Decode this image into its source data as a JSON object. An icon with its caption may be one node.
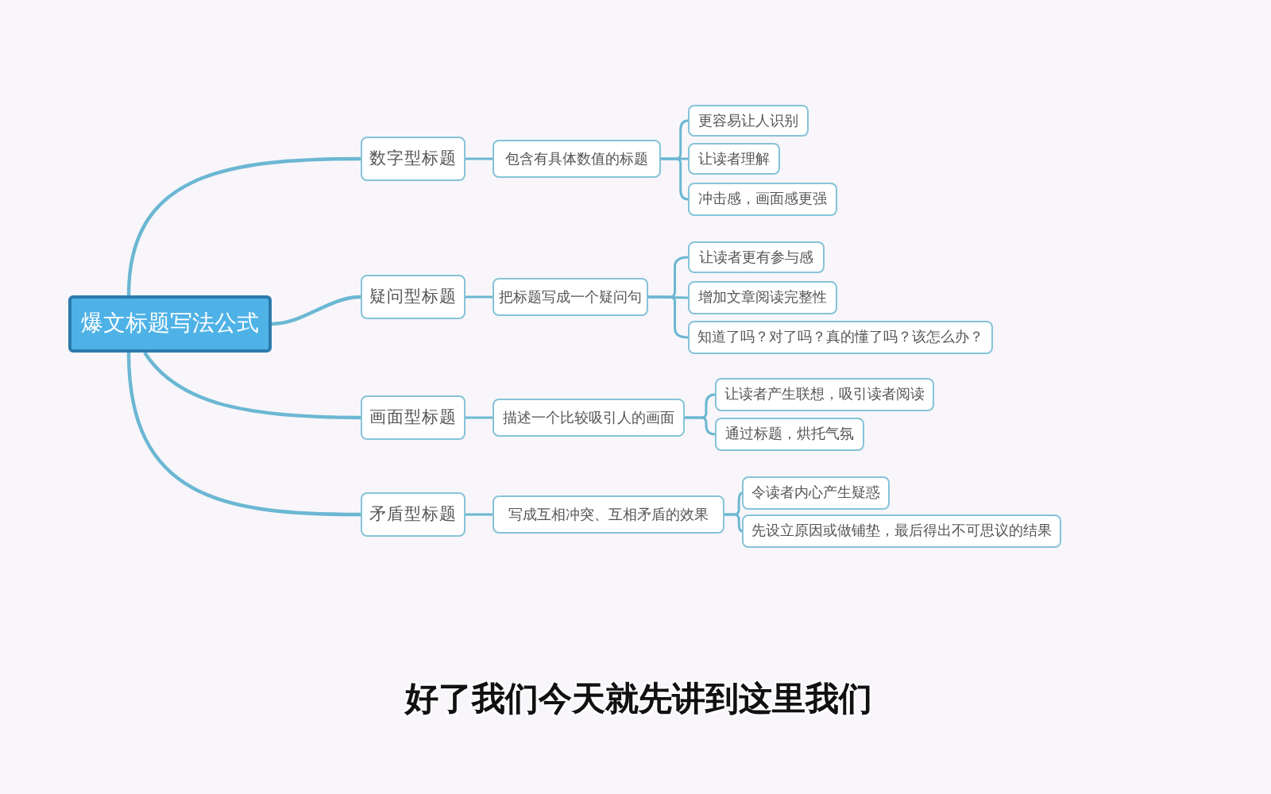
{
  "diagram": {
    "nodes": [
      {
        "text": [
          "爆文标题写法公式"
        ]
      },
      {
        "text": [
          "数字型标题"
        ]
      },
      {
        "text": [
          "包含有具体数值的标题"
        ]
      },
      {
        "text": [
          "更容易让人识别"
        ]
      },
      {
        "text": [
          "让读者理解"
        ]
      },
      {
        "text": [
          "冲击感，画面感更强"
        ]
      },
      {
        "text": [
          "疑问型标题"
        ]
      },
      {
        "text": [
          "把标题写成一个疑问句"
        ]
      },
      {
        "text": [
          "让读者更有参与感"
        ]
      },
      {
        "text": [
          "增加文章阅读完整性"
        ]
      },
      {
        "text": [
          "知道了吗？对了吗？真的懂了吗？该怎么办？"
        ]
      },
      {
        "text": [
          "画面型标题"
        ]
      },
      {
        "text": [
          "描述一个比较吸引人的画面"
        ]
      },
      {
        "text": [
          "让读者产生联想，吸引读者阅读"
        ]
      },
      {
        "text": [
          "通过标题，烘托气氛"
        ]
      },
      {
        "text": [
          "矛盾型标题"
        ]
      },
      {
        "text": [
          "写成互相冲突、互相矛盾的效果"
        ]
      },
      {
        "text": [
          "令读者内心产生疑惑"
        ]
      },
      {
        "text": [
          "先设立原因或做铺垫，最后得出不可思议的结果"
        ]
      }
    ],
    "edges": [
      {
        "from": 0,
        "to": 1,
        "arrow": "none"
      },
      {
        "from": 0,
        "to": 6,
        "arrow": "none"
      },
      {
        "from": 0,
        "to": 11,
        "arrow": "none"
      },
      {
        "from": 0,
        "to": 15,
        "arrow": "none"
      },
      {
        "from": 1,
        "to": 2,
        "arrow": "none"
      },
      {
        "from": 6,
        "to": 7,
        "arrow": "none"
      },
      {
        "from": 11,
        "to": 12,
        "arrow": "none"
      },
      {
        "from": 15,
        "to": 16,
        "arrow": "none"
      },
      {
        "from": 2,
        "to": 3,
        "arrow": "none"
      },
      {
        "from": 2,
        "to": 4,
        "arrow": "none"
      },
      {
        "from": 2,
        "to": 5,
        "arrow": "none"
      },
      {
        "from": 7,
        "to": 8,
        "arrow": "none"
      },
      {
        "from": 7,
        "to": 9,
        "arrow": "none"
      },
      {
        "from": 7,
        "to": 10,
        "arrow": "none"
      },
      {
        "from": 12,
        "to": 13,
        "arrow": "none"
      },
      {
        "from": 12,
        "to": 14,
        "arrow": "none"
      },
      {
        "from": 16,
        "to": 17,
        "arrow": "none"
      },
      {
        "from": 16,
        "to": 18,
        "arrow": "none"
      }
    ],
    "labels": [
      "好了我们今天就先讲到这里我们"
    ]
  }
}
